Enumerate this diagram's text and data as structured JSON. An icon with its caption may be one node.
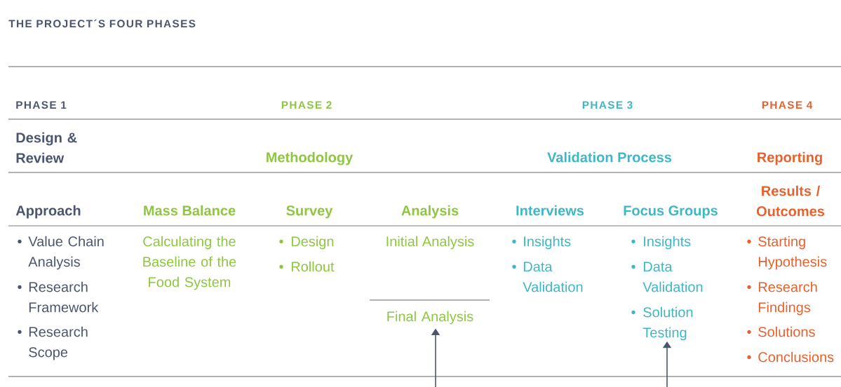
{
  "diagram": {
    "title": "THE PROJECT´S FOUR PHASES",
    "nodes": [
      {
        "text": [
          "Final Analysis"
        ]
      },
      {
        "text": [
          "Insights",
          "Data Validation",
          "Solution Testing"
        ]
      }
    ],
    "edges": [
      {
        "from": null,
        "to": 0,
        "arrow": "to"
      },
      {
        "from": null,
        "to": 1,
        "arrow": "to"
      }
    ],
    "labels": [
      "PHASE 1",
      "PHASE 2",
      "PHASE 3",
      "PHASE 4",
      "Design & Review",
      "Methodology",
      "Validation Process",
      "Reporting",
      "Approach",
      "Mass Balance",
      "Survey",
      "Analysis",
      "Interviews",
      "Focus Groups",
      "Results / Outcomes",
      "Value Chain Analysis",
      "Research Framework",
      "Research Scope",
      "Calculating the Baseline of the Food System",
      "Design",
      "Rollout",
      "Initial Analysis",
      "Insights",
      "Data Validation",
      "Starting Hypothesis",
      "Research Findings",
      "Solutions",
      "Conclusions"
    ]
  }
}
